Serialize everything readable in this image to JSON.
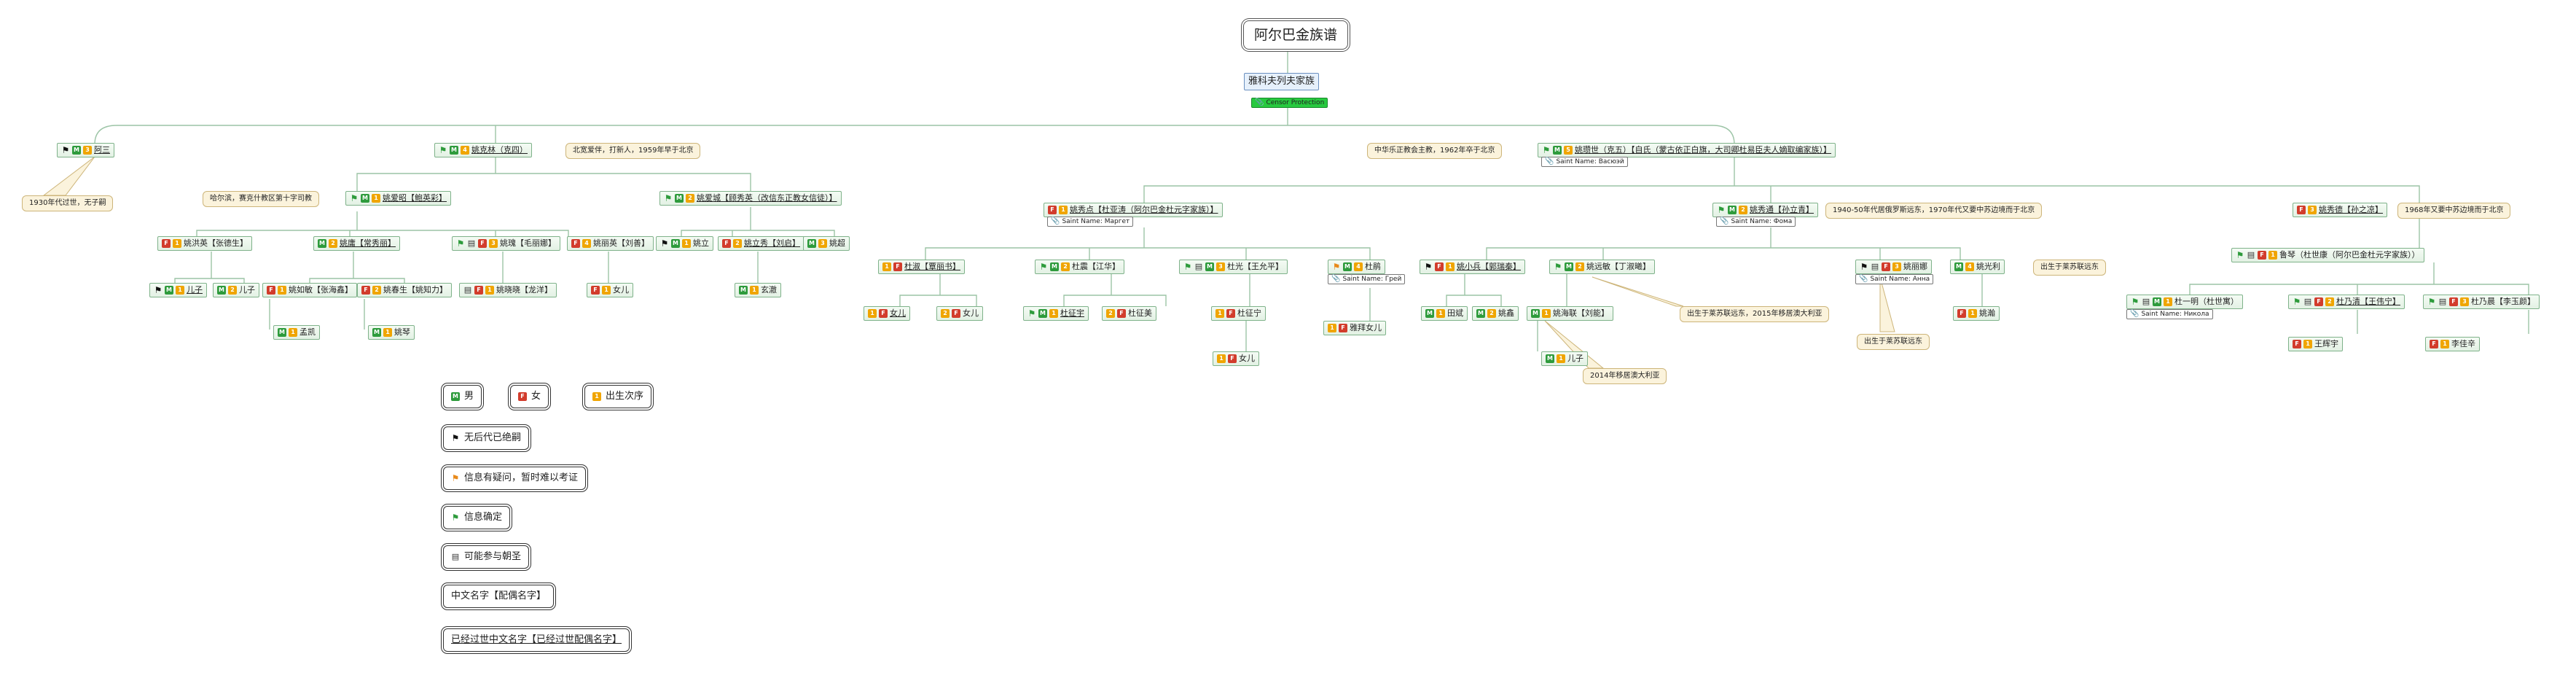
{
  "root": "阿尔巴金族谱",
  "family": "雅科夫列夫家族",
  "family_saint": "Censor Protection",
  "gen1": {
    "a": "阿三",
    "a_note": "1930年代过世，无子嗣",
    "b": "姚克林（克四）",
    "b_note": "北宽爱伴，打新人，1959年早于北京",
    "c": "姚瓒世（克五）【自氏（蒙古依正白旗，大司卿杜易臣夫人嫡取编家族）】",
    "c_note": "中华乐正教会主教，1962年卒于北京",
    "c_saint": "Saint Name: Васюэй"
  },
  "gen2": {
    "b1": "姚爱昭【鲍英彩】",
    "b1_note": "哈尔滨，赛克什教区第十字司教",
    "b2": "姚爱城【顾秀英（改信东正教女信徒）】",
    "c1": "姚秀点【杜亚涛（阿尔巴金杜元字家族）】",
    "c1_saint": "Saint Name: Маргет",
    "c2": "姚秀通【孙立青】",
    "c2_saint": "Saint Name: Фома",
    "c2_note": "1940-50年代居俄罗斯远东，1970年代又要中苏边境而于北京",
    "c3": "姚秀德【孙之凉】",
    "c3_note": "1968年又要中苏边境而于北京"
  },
  "gen3": {
    "b1a": "姚洪英【张德生】",
    "b1b": "姚庸【常秀丽】",
    "b1c": "姚瑰【毛丽娜】",
    "b1d": "姚丽英【刘善】",
    "b2a": "姚立",
    "b2b": "姚立秀【刘启】",
    "b2c": "姚超",
    "c1a": "杜淑【覃丽书】",
    "c1b": "杜震【江华】",
    "c1c": "杜光【王允平】",
    "c1d": "杜鹃",
    "c1d_saint": "Saint Name: Грей",
    "c2a": "姚小兵【郭瑞秦】",
    "c2b": "姚远敏【丁淑曦】",
    "c2c": "姚丽娜",
    "c2c_saint": "Saint Name: Анна",
    "c2d": "姚光利",
    "c2d_note": "出生于莱苏联远东",
    "c3a": "鲁琴（杜世康（阿尔巴金杜元字家族））"
  },
  "gen4": {
    "b1a1": "儿子",
    "b1a2": "儿子",
    "b1b1": "姚如敏【张海鑫】",
    "b1b2": "姚春生【姚知力】",
    "b1c1": "姚晓晓【龙洋】",
    "b1d1": "女儿",
    "b2b1": "玄澈",
    "c1a1": "女儿",
    "c1a2": "女儿",
    "c1b1": "杜征宇",
    "c1b2": "杜征美",
    "c1c1": "杜征宁",
    "c1d1": "雅拜女儿",
    "c2a1": "田斌",
    "c2a2": "姚鑫",
    "c2b1": "姚海联【刘能】",
    "c2b_note": "出生于莱苏联远东，2015年移居澳大利亚",
    "c2c_note": "出生于莱苏联远东",
    "c2d1": "姚瀚",
    "c3a1": "杜一明（杜世寓）",
    "c3a1_saint": "Saint Name: Никола",
    "c3a2": "杜乃清【王伟宁】",
    "c3a3": "杜乃晨【李玉颜】"
  },
  "gen5": {
    "b1b1a": "孟凯",
    "b1b2a": "姚琴",
    "c1c1a": "女儿",
    "c2b1a": "儿子",
    "c2b1a_note": "2014年移居澳大利亚",
    "c3a2a": "王辉宇",
    "c3a3a": "李佳辛"
  },
  "legend": {
    "male": "男",
    "female": "女",
    "order": "出生次序",
    "no_descendants": "无后代已绝嗣",
    "doubtful": "信息有疑问，暂时难以考证",
    "confirmed": "信息确定",
    "participated": "可能参与朝圣",
    "chinese_name": "中文名字【配偶名字】",
    "deceased_name": "已经过世中文名字【已经过世配偶名字】"
  },
  "icons": [
    "male-icon",
    "female-icon",
    "birth-order-icon",
    "black-flag-icon",
    "orange-flag-icon",
    "green-flag-icon",
    "chart-icon",
    "paperclip-icon"
  ]
}
